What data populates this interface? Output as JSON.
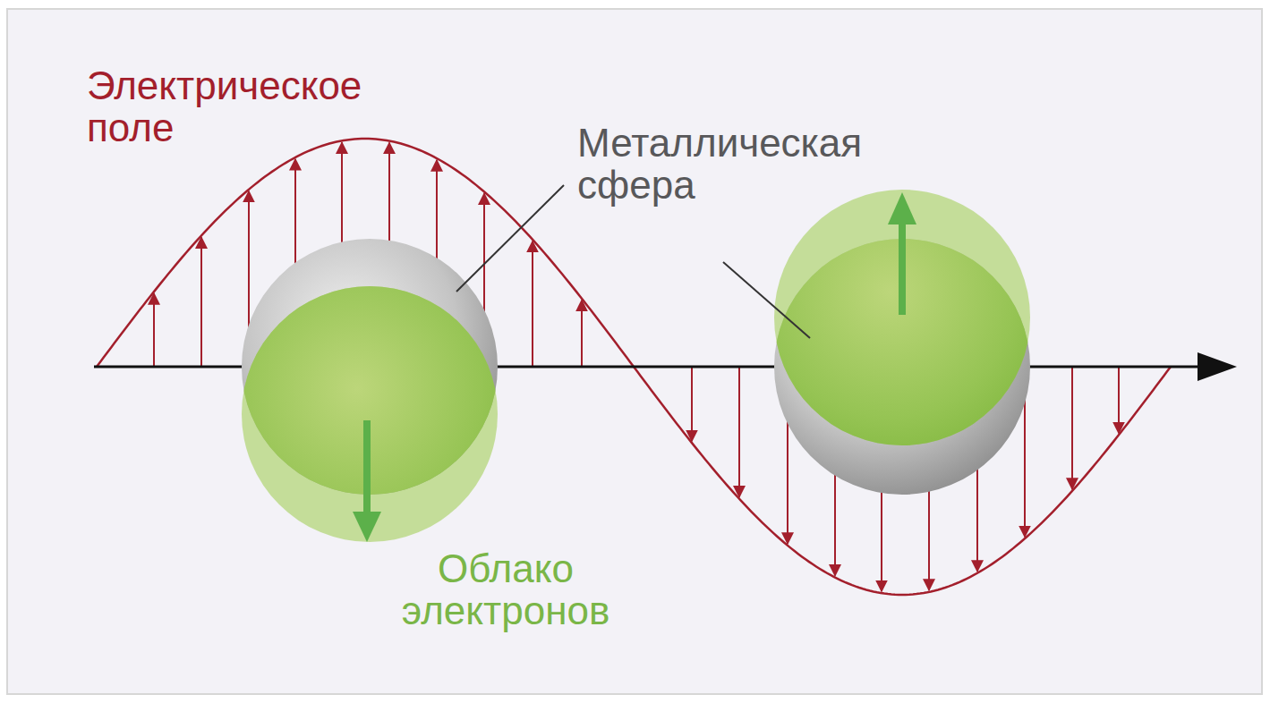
{
  "diagram": {
    "labels": [
      "Электрическое поле",
      "Металлическая сфера",
      "Облако электронов"
    ]
  }
}
